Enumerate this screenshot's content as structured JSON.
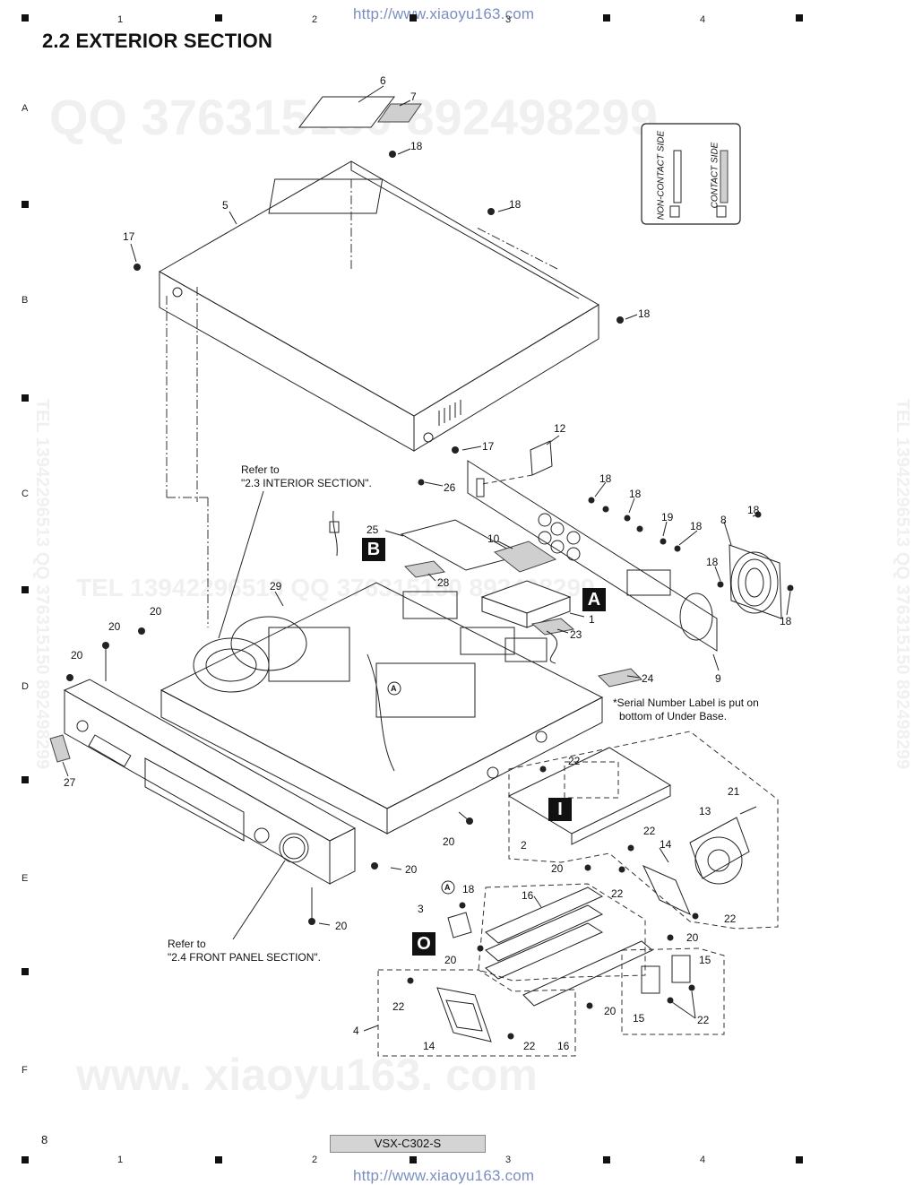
{
  "header": {
    "url": "http://www.xiaoyu163.com",
    "section_title": "2.2  EXTERIOR SECTION"
  },
  "grid": {
    "columns": [
      "1",
      "2",
      "3",
      "4"
    ],
    "rows": [
      "A",
      "B",
      "C",
      "D",
      "E",
      "F"
    ]
  },
  "watermarks": {
    "qq": "QQ 376315150     892498299",
    "tel": "TEL   13942296513   QQ   376315150   892498299",
    "site": "www. xiaoyu163. com",
    "side": "TEL 13942296513  QQ 376315150  892498299"
  },
  "legend": {
    "non_contact": "NON-CONTACT SIDE",
    "contact": "CONTACT SIDE"
  },
  "notes": {
    "refer_interior_1": "Refer to",
    "refer_interior_2": "\"2.3 INTERIOR SECTION\".",
    "refer_front_1": "Refer to",
    "refer_front_2": "\"2.4 FRONT PANEL SECTION\".",
    "serial_1": "*Serial Number Label is put on",
    "serial_2": "bottom of Under Base."
  },
  "boxed_labels": {
    "a": "A",
    "b": "B",
    "i": "I",
    "o": "O"
  },
  "circled": "A",
  "part_labels": {
    "l6": "6",
    "l7": "7",
    "l18a": "18",
    "l5": "5",
    "l18b": "18",
    "l17a": "17",
    "l18c": "18",
    "l17b": "17",
    "l12": "12",
    "l26": "26",
    "l18d": "18",
    "l18e": "18",
    "l19": "19",
    "l18f": "18",
    "l8": "8",
    "l18g": "18",
    "l18h": "18",
    "l18i": "18",
    "l25": "25",
    "l10": "10",
    "l29": "29",
    "l28": "28",
    "l1": "1",
    "l23": "23",
    "l9": "9",
    "l20a": "20",
    "l20b": "20",
    "l20c": "20",
    "l24": "24",
    "l27": "27",
    "l22a": "22",
    "l21": "21",
    "l13": "13",
    "l22b": "22",
    "l14a": "14",
    "l2": "2",
    "l20d": "20",
    "l20e": "20",
    "l22c": "22",
    "l22d": "22",
    "l18j": "18",
    "l3": "3",
    "l16a": "16",
    "l20f": "20",
    "l20g": "20",
    "l20h": "20",
    "l15a": "15",
    "l4": "4",
    "l22e": "22",
    "l14b": "14",
    "l22f": "22",
    "l16b": "16",
    "l20i": "20",
    "l15b": "15",
    "l22g": "22"
  },
  "footer": {
    "page": "8",
    "model": "VSX-C302-S",
    "url": "http://www.xiaoyu163.com"
  }
}
